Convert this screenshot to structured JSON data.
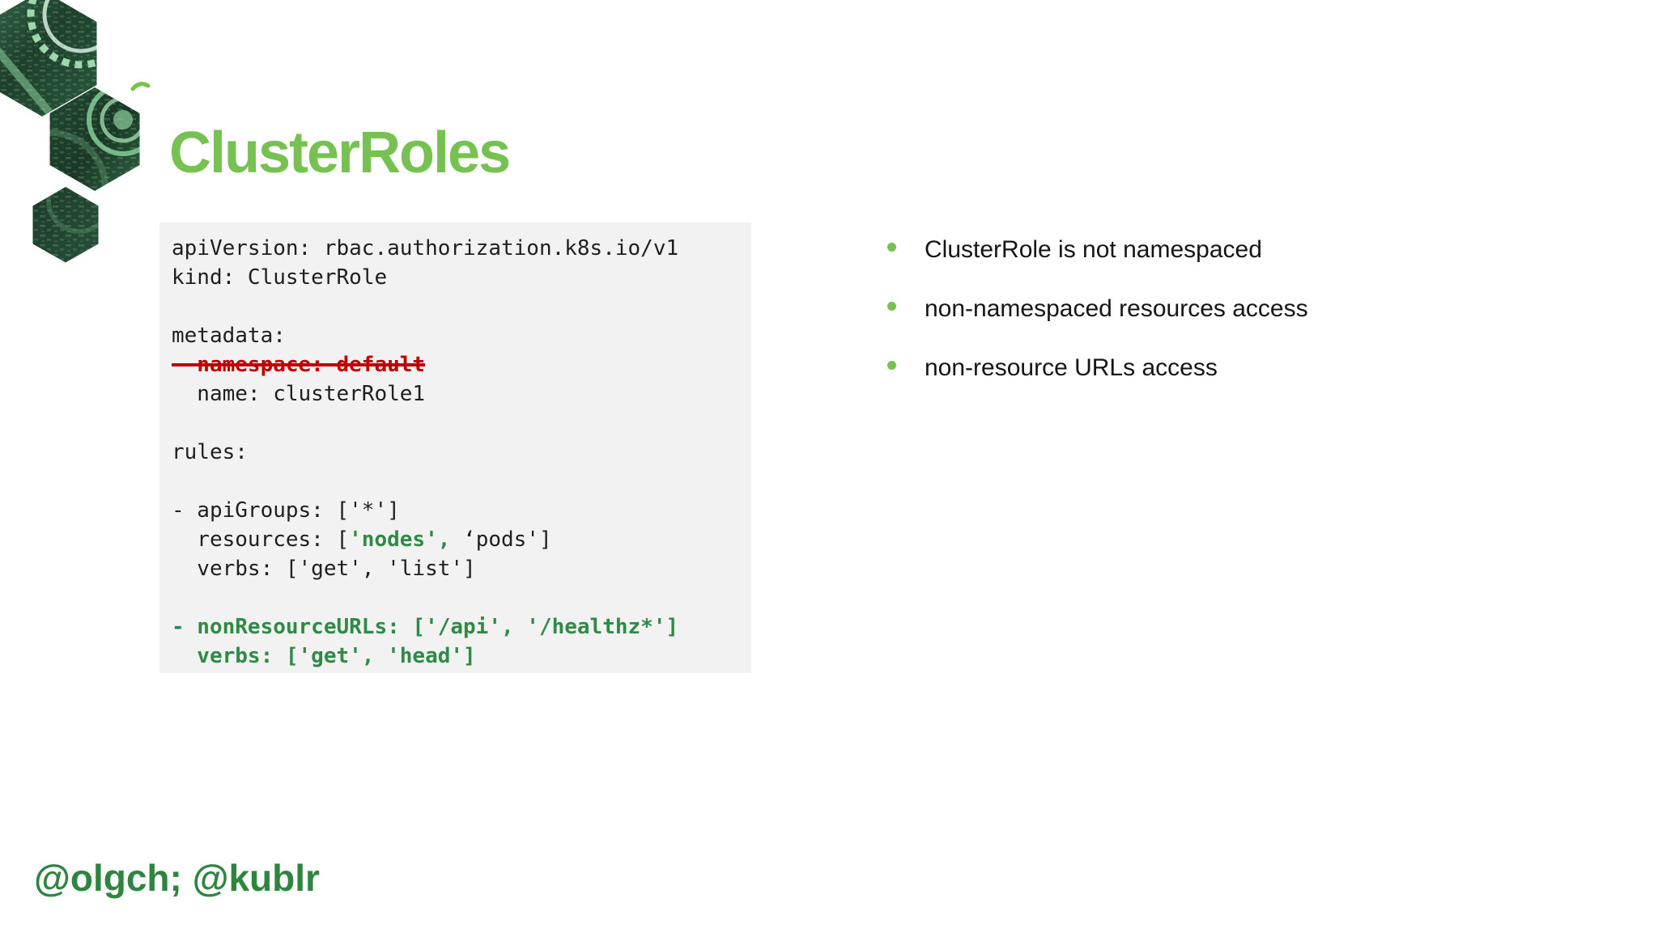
{
  "slide": {
    "title": "ClusterRoles",
    "footer": "@olgch; @kublr",
    "colors": {
      "title_green": "#76c152",
      "bullet_green": "#76c152",
      "code_green": "#2e8b45",
      "strike_red": "#c00000",
      "footer_green": "#2e8540",
      "code_bg": "#f2f2f2"
    }
  },
  "logo": {
    "icon": "hexagon-gears-logo"
  },
  "code": {
    "lines": [
      [
        {
          "t": "apiVersion: rbac.authorization.k8s.io/v1",
          "s": "plain"
        }
      ],
      [
        {
          "t": "kind: ClusterRole",
          "s": "plain"
        }
      ],
      [],
      [
        {
          "t": "metadata:",
          "s": "plain"
        }
      ],
      [
        {
          "t": "  namespace: default",
          "s": "red-strike"
        }
      ],
      [
        {
          "t": "  name: clusterRole1",
          "s": "plain"
        }
      ],
      [],
      [
        {
          "t": "rules:",
          "s": "plain"
        }
      ],
      [],
      [
        {
          "t": "- apiGroups: ['*']",
          "s": "plain"
        }
      ],
      [
        {
          "t": "  resources: [",
          "s": "plain"
        },
        {
          "t": "'nodes',",
          "s": "green"
        },
        {
          "t": " ‘pods']",
          "s": "plain"
        }
      ],
      [
        {
          "t": "  verbs: ['get', 'list']",
          "s": "plain"
        }
      ],
      [],
      [
        {
          "t": "- nonResourceURLs: ['/api', '/healthz*']",
          "s": "green"
        }
      ],
      [
        {
          "t": "  verbs: ['get', 'head']",
          "s": "green"
        }
      ]
    ]
  },
  "bullets": {
    "items": [
      "ClusterRole is not namespaced",
      "non-namespaced resources access",
      "non-resource URLs access"
    ]
  }
}
